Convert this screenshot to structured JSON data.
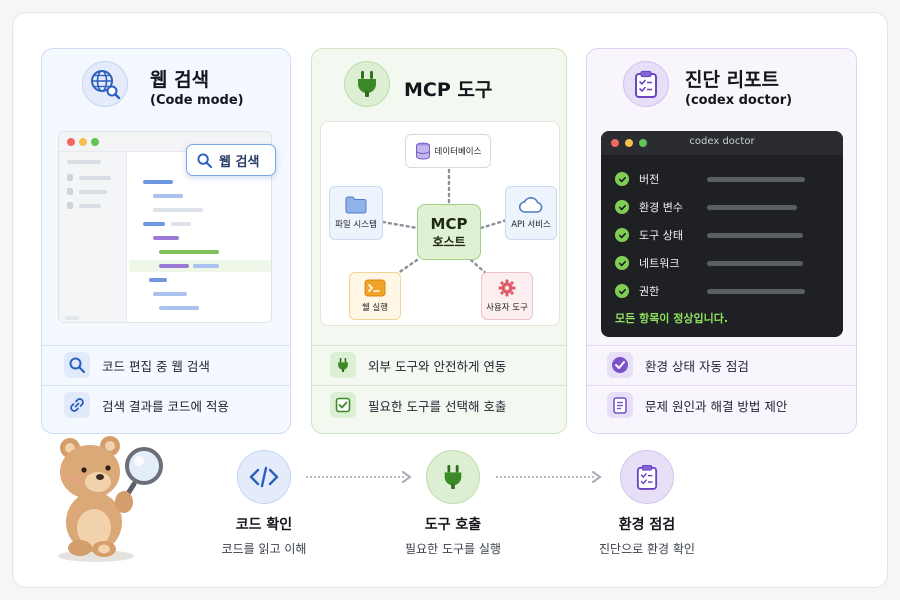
{
  "web_card": {
    "title": "웹 검색",
    "subtitle": "(Code mode)",
    "search_chip": "웹 검색",
    "features": [
      "코드 편집 중 웹 검색",
      "검색 결과를 코드에 적용"
    ]
  },
  "mcp_card": {
    "title": "MCP 도구",
    "host_line1": "MCP",
    "host_line2": "호스트",
    "nodes": {
      "database": "데이터베이스",
      "filesystem": "파일 시스템",
      "api": "API 서비스",
      "shell": "쉘 실행",
      "custom": "사용자 도구"
    },
    "features": [
      "외부 도구와 안전하게 연동",
      "필요한 도구를 선택해 호출"
    ]
  },
  "doc_card": {
    "title": "진단 리포트",
    "subtitle": "(codex doctor)",
    "terminal_title": "codex doctor",
    "checks": [
      "버전",
      "환경 변수",
      "도구 상태",
      "네트워크",
      "권한"
    ],
    "ok_message": "모든 항목이 정상입니다.",
    "features": [
      "환경 상태 자동 점검",
      "문제 원인과 해결 방법 제안"
    ]
  },
  "flow": [
    {
      "title": "코드 확인",
      "desc": "코드를 읽고 이해"
    },
    {
      "title": "도구 호출",
      "desc": "필요한 도구를 실행"
    },
    {
      "title": "환경 점검",
      "desc": "진단으로 환경 확인"
    }
  ],
  "colors": {
    "web_accent": "#3b6fd6",
    "mcp_accent": "#3f8a2a",
    "doc_accent": "#7a52c9",
    "term_ok": "#8fe05e"
  }
}
